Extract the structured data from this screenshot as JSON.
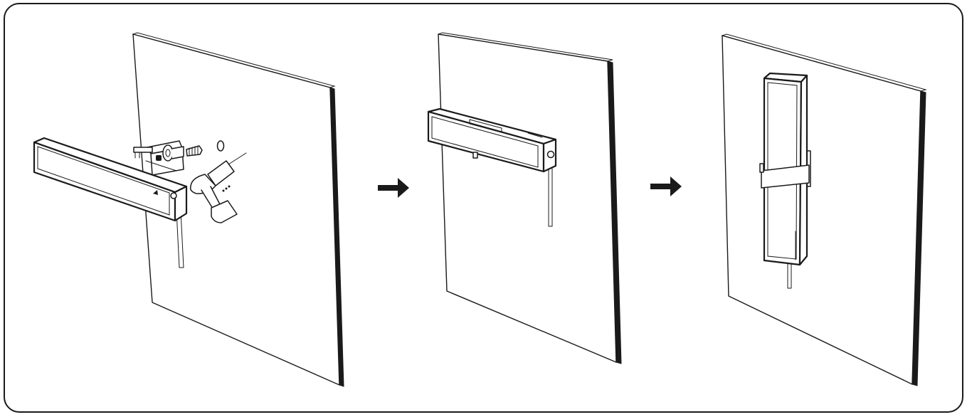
{
  "diagram": {
    "steps": [
      {
        "step": 1,
        "content": [
          "wall-panel",
          "mounting-bracket",
          "wall-anchor",
          "screw",
          "drill-hole",
          "power-drill",
          "soundbar",
          "cable"
        ]
      },
      {
        "step": 2,
        "content": [
          "wall-panel",
          "soundbar-mounted-horizontal",
          "cable"
        ]
      },
      {
        "step": 3,
        "content": [
          "wall-panel",
          "soundbar-mounted-vertical",
          "cable"
        ]
      }
    ],
    "arrows": [
      "next-step-arrow",
      "next-step-arrow"
    ],
    "colors": {
      "line": "#1a1a1a",
      "background": "#ffffff"
    }
  }
}
